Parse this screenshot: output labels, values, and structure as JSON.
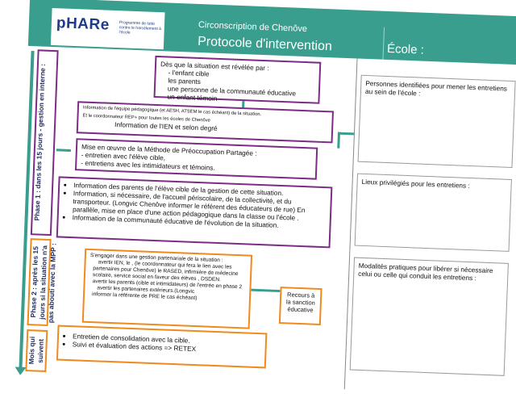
{
  "header": {
    "logo_main": "pHARe",
    "logo_sub": "Programme de lutte contre le harcèlement à l'école",
    "circonscription": "Circonscription de Chenôve",
    "protocole": "Protocole d'intervention",
    "ecole": "École :"
  },
  "phases": {
    "phase1": "Phase 1 : dans les 15 jours - gestion en interne :",
    "phase2": "Phase 2 : après les 15 jours si la situation n'a pas abouti avec la MPP :",
    "phase3": "Mois qui suivent"
  },
  "box_situation": {
    "intro": "Dès que la situation est révélée par :",
    "items": [
      "- l'enfant cible",
      "les parents",
      "une personne de la communauté éducative",
      "un enfant témoin"
    ]
  },
  "box_info_equipe": {
    "line1": "Information de l'équipe pédagogique (et AESH, ATSEM le cas échéant) de la situation.",
    "line2": "Et le coordonnateur REP+ pour toutes les écoles de Chenôve",
    "line3": "Information de l'IEN et selon degré"
  },
  "box_mpp": {
    "line1": "Mise en œuvre de la Méthode de Préoccupation Partagée :",
    "line2": "- entretien avec l'élève cible,",
    "line3": "- entretiens avec les intimidateurs et témoins."
  },
  "box_parents": {
    "items": [
      "Information des parents de l'élève cible de la gestion de cette situation.",
      "Information, si nécessaire, de l'accueil périscolaire, de la collectivité, et du transporteur. (Longvic Chenôve informer le référent des éducateurs de rue)  En parallèle, mise en place d'une action pédagogique dans la classe ou l'école .",
      "Information de la communauté éducative de l'évolution de la situation."
    ]
  },
  "box_partenariale": {
    "intro": "S'engager dans une gestion partenariale de la situation :",
    "line_a": "avertir IEN, le , (le coordonnateur qui fera le lien avec les",
    "line_b": "partenaires pour Chenôve) le RASED, infirmière de médecine scolaire, service social en faveur des élèves , DSDEN.",
    "line_c": "avertir les parents (cible et intimidateurs) de l'entrée en phase 2",
    "line_d": "avertir les partenaires extérieurs.(Longvic",
    "line_e": "informer la référente de PRE le cas échéant)"
  },
  "box_sanction": {
    "text": "Recours à la sanction éducative"
  },
  "box_suivi": {
    "items": [
      "Entretien de consolidation avec la cible.",
      "Suivi et évaluation des actions  => RETEX"
    ]
  },
  "ecole_boxes": {
    "personnes": "Personnes identifiées pour mener les entretiens au sein de l'école :",
    "lieux": "Lieux privilégiés pour les entretiens :",
    "modalites": "Modalités pratiques pour libérer si nécessaire celui ou celle qui conduit les entretiens :"
  }
}
